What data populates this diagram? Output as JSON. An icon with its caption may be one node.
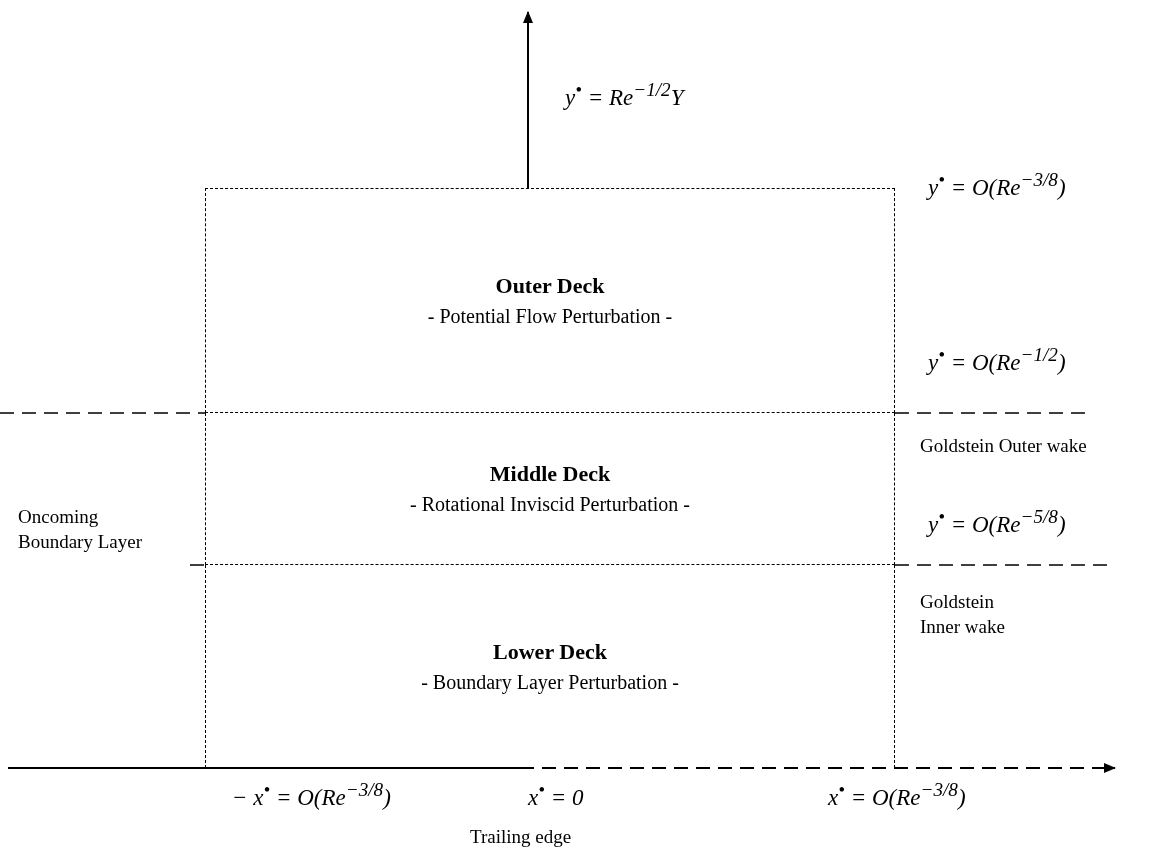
{
  "diagram": {
    "nodes": [
      {
        "text": [
          "Outer Deck",
          "- Potential Flow Perturbation -"
        ]
      },
      {
        "text": [
          "Middle Deck",
          "- Rotational Inviscid Perturbation -"
        ]
      },
      {
        "text": [
          "Lower Deck",
          "- Boundary Layer Perturbation -"
        ]
      }
    ],
    "labels": [
      "y$^{•}$ = Re$^{−1/2}$Y",
      "y$^{•}$ = O(Re$^{−3/8}$)",
      "y$^{•}$ = O(Re$^{−1/2}$)",
      "Goldstein Outer wake",
      "Oncoming Boundary Layer",
      "y$^{•}$ = O(Re$^{−5/8}$)",
      "Goldstein Inner wake",
      "− x$^{•}$ = O(Re$^{−3/8}$)",
      "x$^{•}$ = 0",
      "x$^{•}$ = O(Re$^{−3/8}$)",
      "Trailing edge"
    ]
  }
}
